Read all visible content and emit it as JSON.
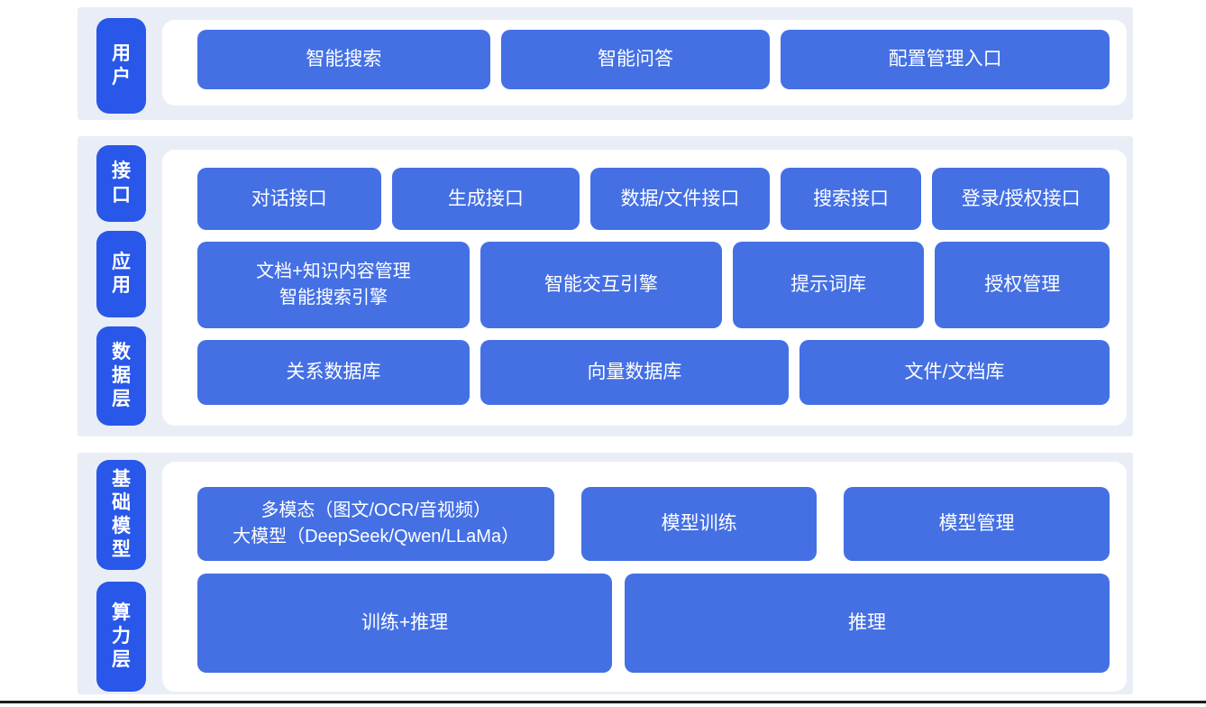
{
  "colors": {
    "band_background": "#e9eef6",
    "layer_label_blue": "#2857ea",
    "node_blue": "#4470e4",
    "text_white": "#ffffff",
    "bottom_line_dark": "#1b1b1b"
  },
  "sections": [
    {
      "name": "user-layer",
      "rows": [
        {
          "key": "user",
          "label": "用户",
          "nodes": [
            {
              "text": "智能搜索"
            },
            {
              "text": "智能问答"
            },
            {
              "text": "配置管理入口"
            }
          ]
        }
      ]
    },
    {
      "name": "service-layer",
      "rows": [
        {
          "key": "interface",
          "label": "接口",
          "nodes": [
            {
              "text": "对话接口"
            },
            {
              "text": "生成接口"
            },
            {
              "text": "数据/文件接口"
            },
            {
              "text": "搜索接口"
            },
            {
              "text": "登录/授权接口"
            }
          ]
        },
        {
          "key": "application",
          "label": "应用",
          "nodes": [
            {
              "lines": [
                "文档+知识内容管理",
                "智能搜索引擎"
              ]
            },
            {
              "text": "智能交互引擎"
            },
            {
              "text": "提示词库"
            },
            {
              "text": "授权管理"
            }
          ]
        },
        {
          "key": "data",
          "label": "数据层",
          "nodes": [
            {
              "text": "关系数据库"
            },
            {
              "text": "向量数据库"
            },
            {
              "text": "文件/文档库"
            }
          ]
        }
      ]
    },
    {
      "name": "foundation-layer",
      "rows": [
        {
          "key": "model",
          "label": "基础模型",
          "nodes": [
            {
              "lines": [
                "多模态（图文/OCR/音视频）",
                "大模型（DeepSeek/Qwen/LLaMa）"
              ]
            },
            {
              "text": "模型训练"
            },
            {
              "text": "模型管理"
            }
          ]
        },
        {
          "key": "compute",
          "label": "算力层",
          "nodes": [
            {
              "text": "训练+推理"
            },
            {
              "text": "推理"
            }
          ]
        }
      ]
    }
  ]
}
